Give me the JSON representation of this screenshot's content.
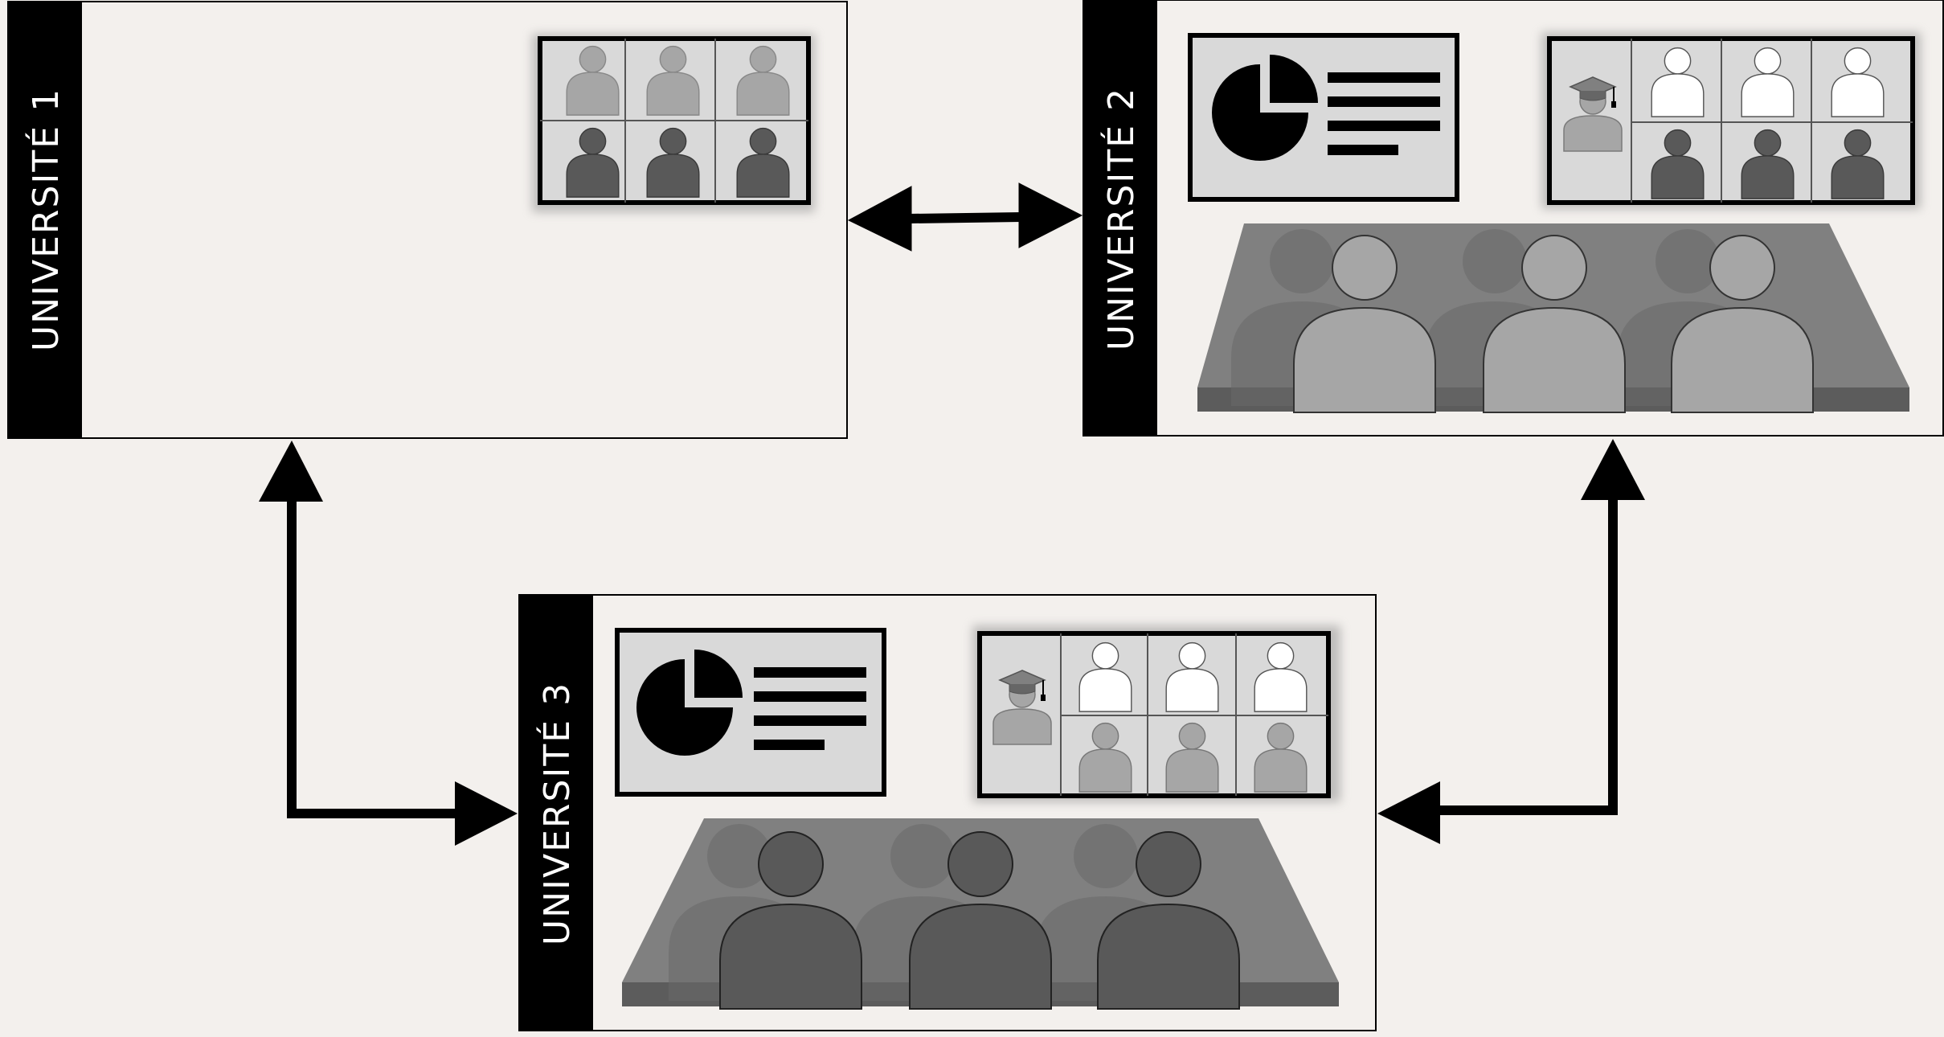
{
  "universities": [
    {
      "label": "UNIVERSITÉ 1"
    },
    {
      "label": "UNIVERSITÉ 2"
    },
    {
      "label": "UNIVERSITÉ 3"
    }
  ],
  "colors": {
    "background": "#f3f0ed",
    "sidebar": "#000000",
    "table": "#808080",
    "table_front": "#5c5c5c",
    "seat_light": "#a6a6a6",
    "seat_dark": "#595959",
    "screen_bg": "#d9d9d9",
    "tile_white": "#ffffff"
  },
  "icons": {
    "presentation": "pie-chart-with-text-lines",
    "teacher": "graduation-cap-avatar",
    "participant": "person-silhouette",
    "link": "double-headed-arrow"
  }
}
